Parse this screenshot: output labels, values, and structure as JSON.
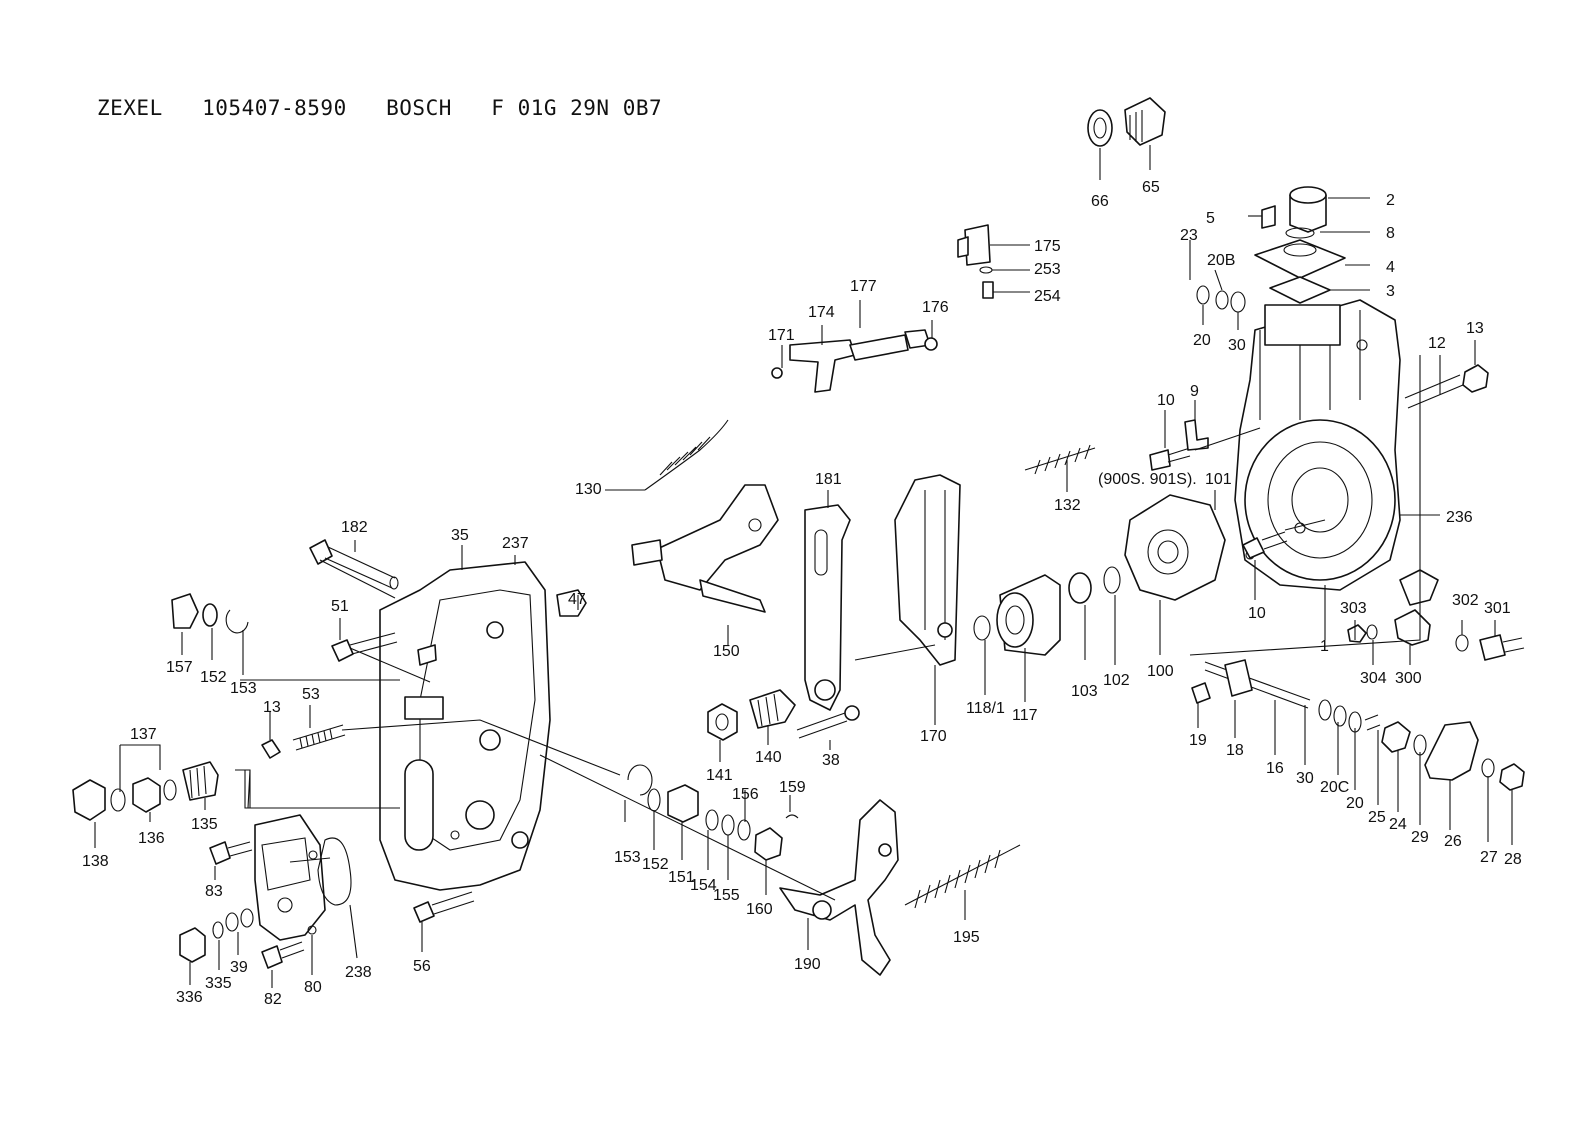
{
  "title": "ZEXEL   105407-8590   BOSCH   F 01G 29N 0B7",
  "callout_extra": "(900S. 901S).",
  "labels": {
    "l66": "66",
    "l65": "65",
    "l2": "2",
    "l5": "5",
    "l8": "8",
    "l4": "4",
    "l3": "3",
    "l23": "23",
    "l20B": "20B",
    "l20a": "20",
    "l30a": "30",
    "l175": "175",
    "l253": "253",
    "l254": "254",
    "l177": "177",
    "l174": "174",
    "l176": "176",
    "l171": "171",
    "l12": "12",
    "l13a": "13",
    "l10a": "10",
    "l9": "9",
    "l101": "101",
    "l236": "236",
    "l132": "132",
    "l130": "130",
    "l181": "181",
    "l182": "182",
    "l35": "35",
    "l237": "237",
    "l47": "47",
    "l51": "51",
    "l157": "157",
    "l152a": "152",
    "l153a": "153",
    "l150": "150",
    "l53": "53",
    "l13b": "13",
    "l137": "137",
    "l136": "136",
    "l138": "138",
    "l135": "135",
    "l83": "83",
    "l336": "336",
    "l335": "335",
    "l39": "39",
    "l82": "82",
    "l80": "80",
    "l238": "238",
    "l56": "56",
    "l141": "141",
    "l140": "140",
    "l38": "38",
    "l170": "170",
    "l118": "118/1",
    "l117": "117",
    "l103": "103",
    "l102": "102",
    "l100": "100",
    "l10b": "10",
    "l1": "1",
    "l303": "303",
    "l304": "304",
    "l300": "300",
    "l302": "302",
    "l301": "301",
    "l19": "19",
    "l18": "18",
    "l16": "16",
    "l30b": "30",
    "l20C": "20C",
    "l20b": "20",
    "l25": "25",
    "l24": "24",
    "l29": "29",
    "l26": "26",
    "l27": "27",
    "l28": "28",
    "l153b": "153",
    "l152b": "152",
    "l151": "151",
    "l154": "154",
    "l155": "155",
    "l156": "156",
    "l159": "159",
    "l160": "160",
    "l190": "190",
    "l195": "195"
  }
}
